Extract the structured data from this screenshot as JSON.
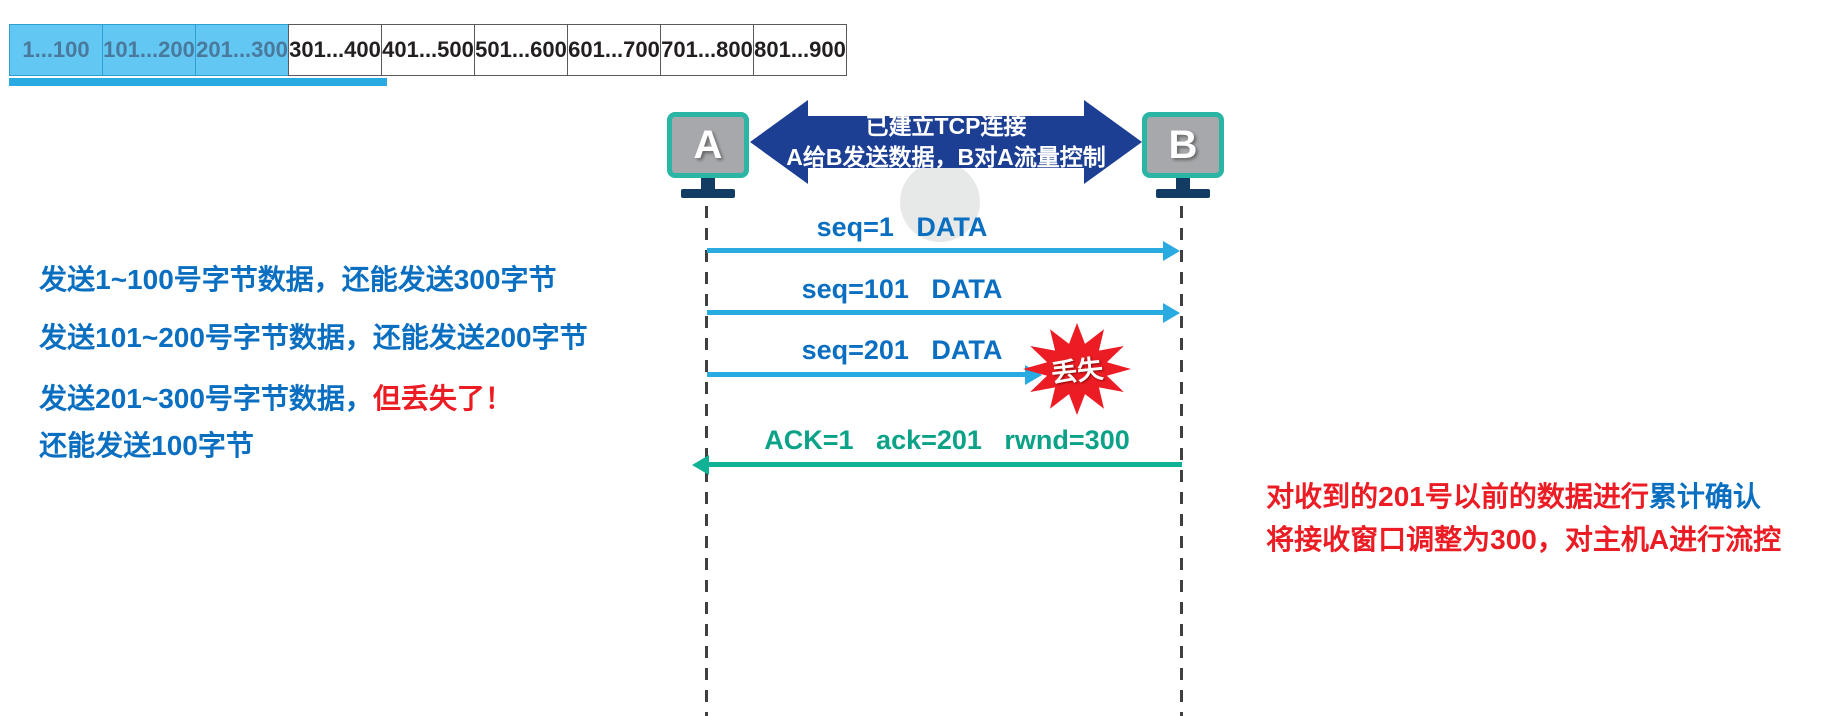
{
  "colors": {
    "window-fill": "#63c7f3",
    "window-bar": "#29abe2",
    "banner-fill": "#1c3e93",
    "data-arrow": "#29abe2",
    "ack-arrow": "#0fb294",
    "blue-text": "#0b6fc1",
    "green-text": "#0ba288",
    "red-text": "#ec1c24",
    "host-border": "#2ab5a5",
    "host-screen": "#a6a8ab",
    "stand": "#123c63",
    "lifeline": "#404042"
  },
  "byte_strip": {
    "cells": [
      {
        "label": "1...100",
        "state": "sent"
      },
      {
        "label": "101...200",
        "state": "sent"
      },
      {
        "label": "201...300",
        "state": "sent"
      },
      {
        "label": "301...400",
        "state": "in-window"
      },
      {
        "label": "401...500",
        "state": "future"
      },
      {
        "label": "501...600",
        "state": "future"
      },
      {
        "label": "601...700",
        "state": "future"
      },
      {
        "label": "701...800",
        "state": "future"
      },
      {
        "label": "801...900",
        "state": "future"
      }
    ]
  },
  "hosts": {
    "a": "A",
    "b": "B"
  },
  "banner": {
    "line1": "已建立TCP连接",
    "line2": "A给B发送数据，B对A流量控制"
  },
  "messages": {
    "m1": "seq=1   DATA",
    "m2": "seq=101   DATA",
    "m3": "seq=201   DATA",
    "ack": "ACK=1   ack=201   rwnd=300",
    "lost": "丢失"
  },
  "left_notes": {
    "n1": "发送1~100号字节数据，还能发送300字节",
    "n2": "发送101~200号字节数据，还能发送200字节",
    "n3_blue": "发送201~300号字节数据，",
    "n3_red": "但丢失了！",
    "n4": "还能发送100字节"
  },
  "right_notes": {
    "r1_red": "对收到的201号以前的数据进行",
    "r1_blue": "累计确认",
    "r2": "将接收窗口调整为300，对主机A进行流控"
  }
}
